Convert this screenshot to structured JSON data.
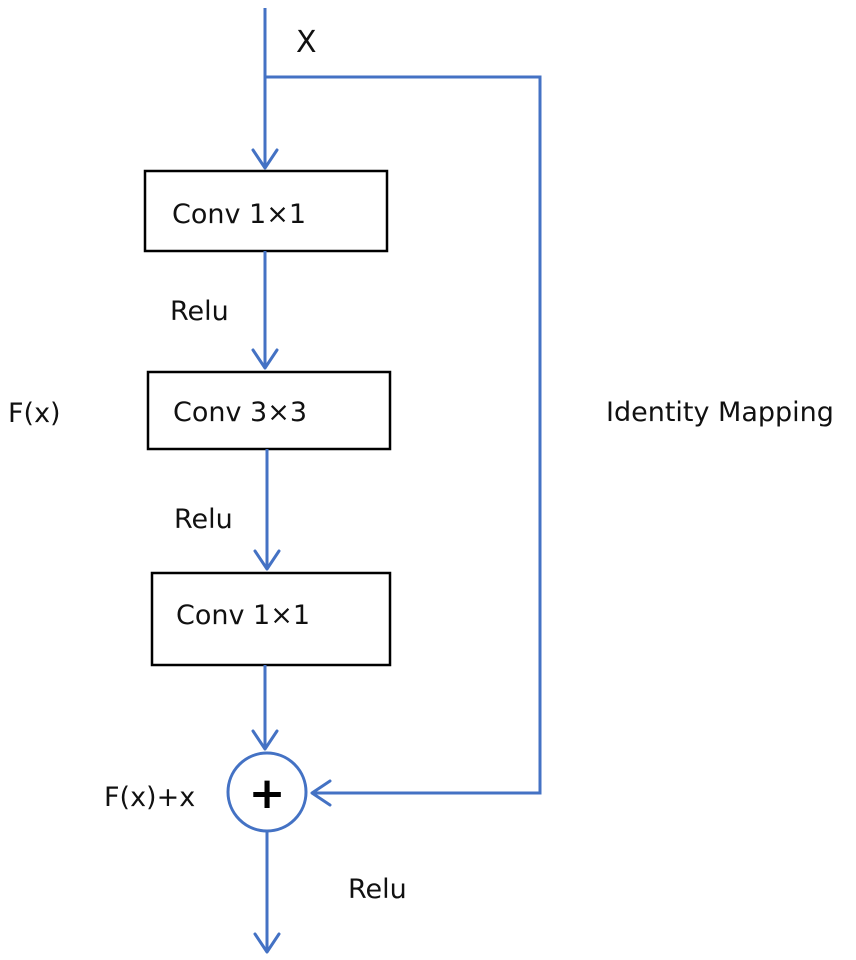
{
  "input_label": "X",
  "blocks": [
    {
      "label": "Conv 1×1"
    },
    {
      "label": "Conv 3×3"
    },
    {
      "label": "Conv 1×1"
    }
  ],
  "activations": [
    "Relu",
    "Relu",
    "Relu"
  ],
  "residual_label": "F(x)",
  "shortcut_label": "Identity Mapping",
  "sum_label": "F(x)+x",
  "sum_symbol": "+",
  "colors": {
    "arrow": "#4472c4",
    "box_border": "#000000",
    "text": "#111111"
  }
}
